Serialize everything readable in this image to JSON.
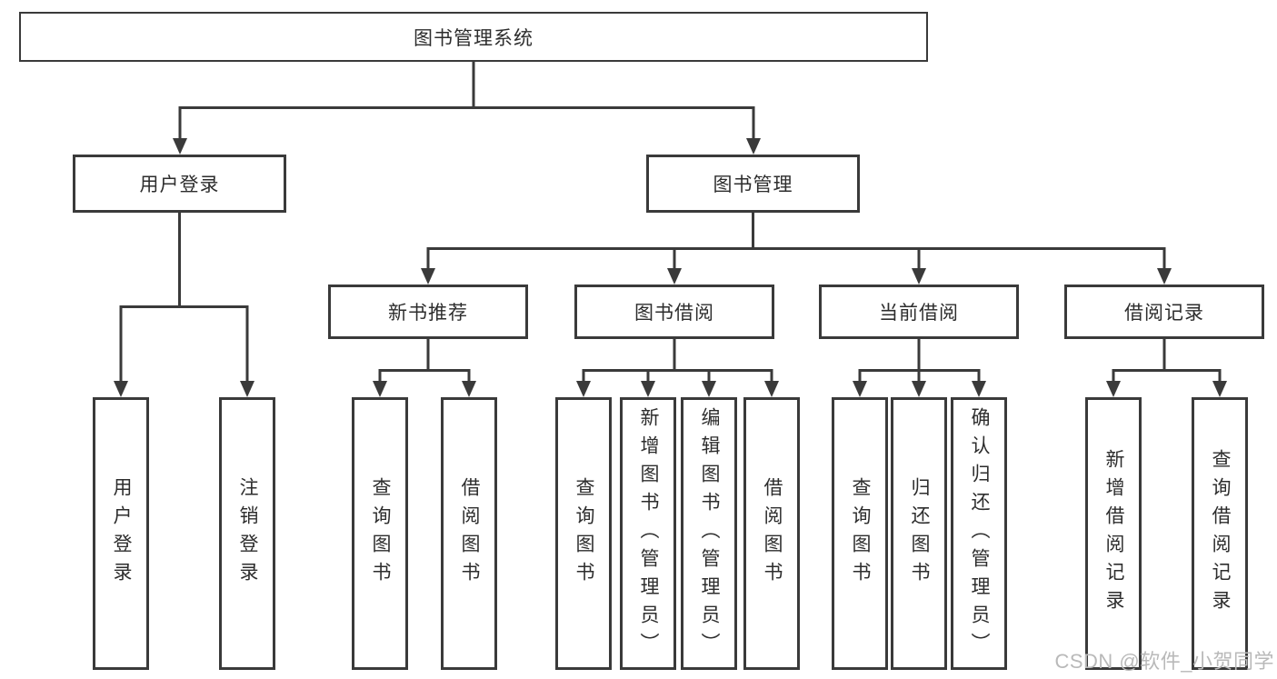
{
  "diagram": {
    "root": {
      "label": "图书管理系统"
    },
    "level2": [
      {
        "label": "用户登录"
      },
      {
        "label": "图书管理"
      }
    ],
    "level3": [
      {
        "label": "新书推荐"
      },
      {
        "label": "图书借阅"
      },
      {
        "label": "当前借阅"
      },
      {
        "label": "借阅记录"
      }
    ],
    "leaves": {
      "user_login": [
        {
          "label": "用户登录"
        },
        {
          "label": "注销登录"
        }
      ],
      "new_book": [
        {
          "label": "查询图书"
        },
        {
          "label": "借阅图书"
        }
      ],
      "book_borrow": [
        {
          "label": "查询图书"
        },
        {
          "label": "新增图书（管理员）"
        },
        {
          "label": "编辑图书（管理员）"
        },
        {
          "label": "借阅图书"
        }
      ],
      "current_borrow": [
        {
          "label": "查询图书"
        },
        {
          "label": "归还图书"
        },
        {
          "label": "确认归还（管理员）"
        }
      ],
      "borrow_record": [
        {
          "label": "新增借阅记录"
        },
        {
          "label": "查询借阅记录"
        }
      ]
    },
    "colors": {
      "line": "#3a3a3a",
      "box_background": "#ffffff",
      "text": "#2d2d2d",
      "watermark": "#b9b9b9"
    },
    "watermark": {
      "text": "CSDN @软件_小贺同学"
    }
  }
}
